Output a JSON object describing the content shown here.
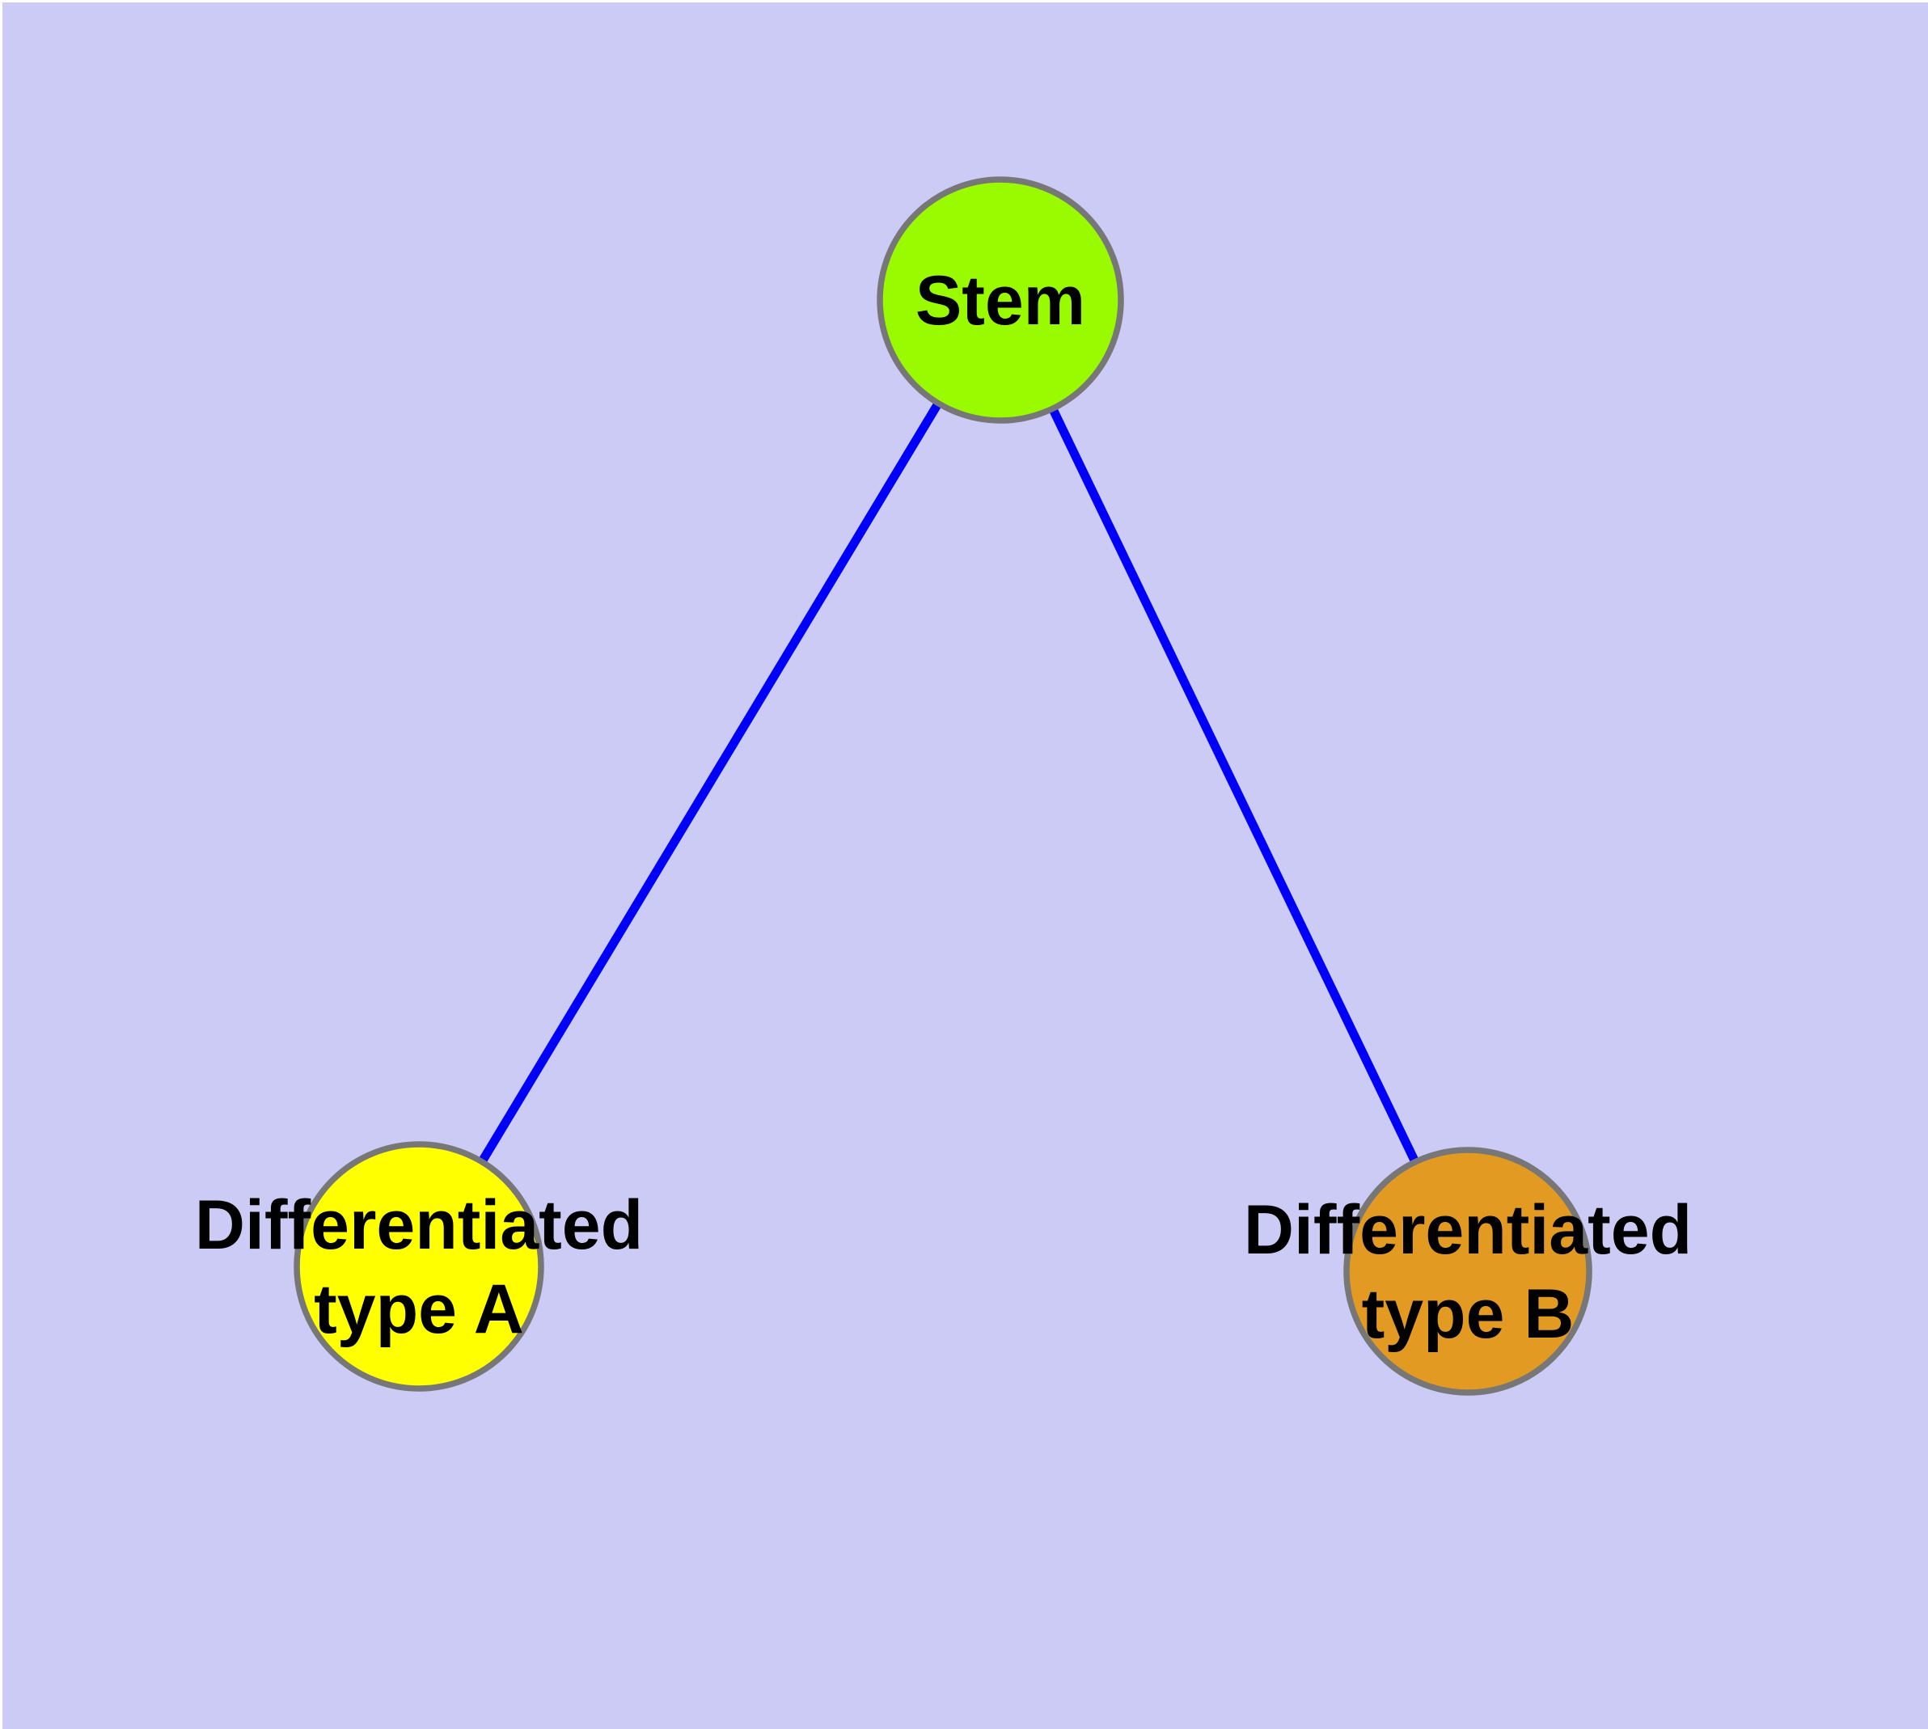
{
  "diagram": {
    "background_color": "#CBCBF5",
    "margin_color": "#FFFFFF",
    "edge_color": "#0000FA",
    "node_border_color": "#777777",
    "label_color": "#000000",
    "nodes": {
      "stem": {
        "label": "Stem",
        "fill": "#9AFA00"
      },
      "type_a": {
        "label_line1": "Differentiated",
        "label_line2": "type A",
        "fill": "#FFFF00"
      },
      "type_b": {
        "label_line1": "Differentiated",
        "label_line2": "type B",
        "fill": "#E29A22"
      }
    },
    "edges": [
      {
        "from": "Stem",
        "to": "Differentiated type A"
      },
      {
        "from": "Stem",
        "to": "Differentiated type B"
      }
    ]
  }
}
